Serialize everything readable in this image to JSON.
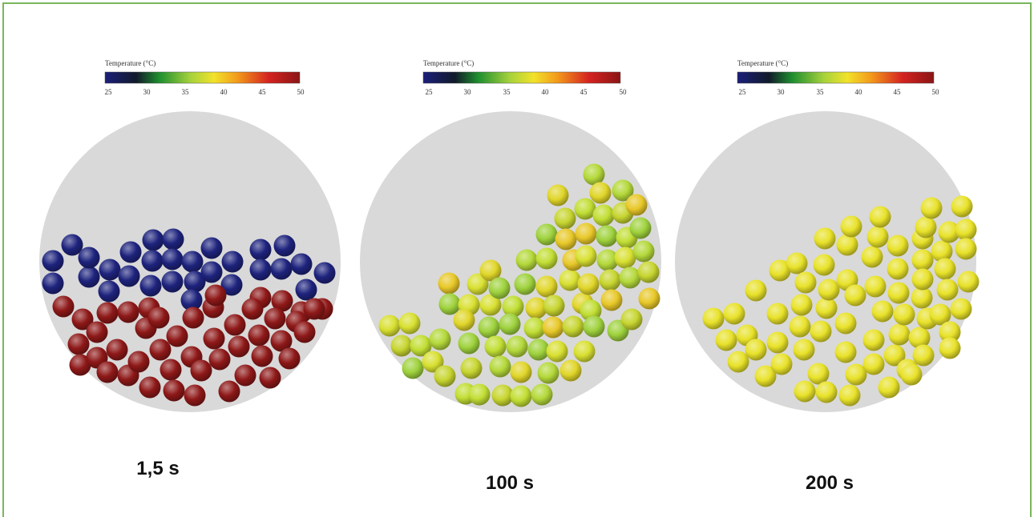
{
  "colorbar": {
    "title": "Temperature (°C)",
    "ticks": [
      "25",
      "30",
      "35",
      "40",
      "45",
      "50"
    ],
    "stops": [
      {
        "value": 25,
        "color": "#1b1f7a"
      },
      {
        "value": 29,
        "color": "#111a2a"
      },
      {
        "value": 32,
        "color": "#1f8f2f"
      },
      {
        "value": 36,
        "color": "#a6d23c"
      },
      {
        "value": 39,
        "color": "#f2e22a"
      },
      {
        "value": 42,
        "color": "#f39a1b"
      },
      {
        "value": 46,
        "color": "#d42320"
      },
      {
        "value": 50,
        "color": "#8a1515"
      }
    ]
  },
  "panels": [
    {
      "time_label": "1,5 s",
      "particles": [
        {
          "temperature_C": 25,
          "color": "#1e237d",
          "region": "top layer"
        },
        {
          "temperature_C": 50,
          "color": "#8e1818",
          "region": "bottom layer"
        }
      ]
    },
    {
      "time_label": "100 s",
      "particles": [
        {
          "temperature_C": 38,
          "color": "#c7d530",
          "region": "mixed bed"
        }
      ]
    },
    {
      "time_label": "200 s",
      "particles": [
        {
          "temperature_C": 39,
          "color": "#e8e22a",
          "region": "uniform bed"
        }
      ]
    }
  ]
}
